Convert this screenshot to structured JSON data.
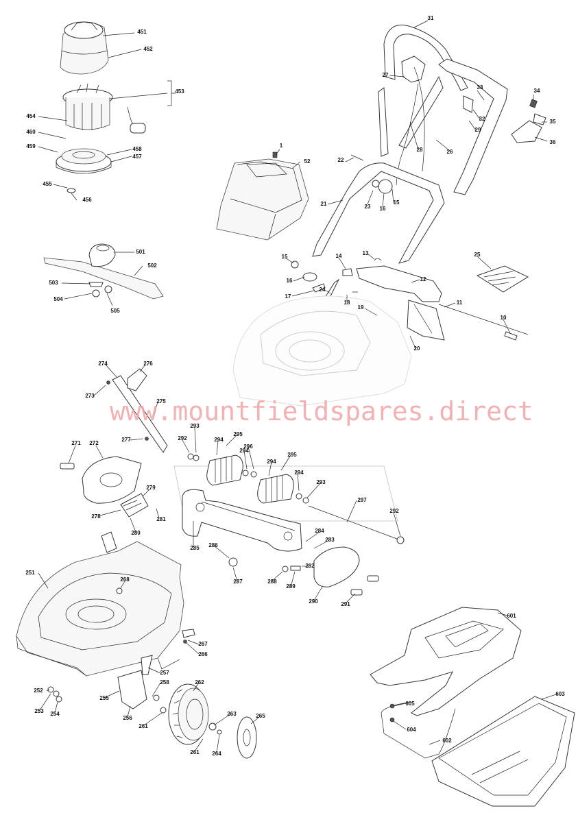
{
  "watermark": "www.mountfieldspares.direct",
  "part_numbers": {
    "p451": "451",
    "p452": "452",
    "p453": "453",
    "p454": "454",
    "p460": "460",
    "p459": "459",
    "p458": "458",
    "p457": "457",
    "p455": "455",
    "p456": "456",
    "p501": "501",
    "p502": "502",
    "p503": "503",
    "p504": "504",
    "p505": "505",
    "p1": "1",
    "p52": "52",
    "p31": "31",
    "p27": "27",
    "p33": "33",
    "p34": "34",
    "p35": "35",
    "p36": "36",
    "p32": "32",
    "p29": "29",
    "p28": "28",
    "p26": "26",
    "p22": "22",
    "p23": "23",
    "p16a": "16",
    "p15a": "15",
    "p21": "21",
    "p13": "13",
    "p14": "14",
    "p15b": "15",
    "p16b": "16",
    "p17": "17",
    "p12": "12",
    "p25": "25",
    "p18": "18",
    "p24": "24",
    "p19": "19",
    "p11": "11",
    "p10": "10",
    "p20": "20",
    "p274": "274",
    "p276": "276",
    "p273": "273",
    "p275": "275",
    "p277": "277",
    "p271": "271",
    "p272": "272",
    "p279": "279",
    "p278": "278",
    "p281": "281",
    "p280": "280",
    "p292a": "292",
    "p293a": "293",
    "p294a": "294",
    "p295a": "295",
    "p296": "296",
    "p294b": "294",
    "p295b": "295",
    "p294c": "294",
    "p293b": "293",
    "p297": "297",
    "p292b": "292",
    "p285": "285",
    "p284": "284",
    "p283": "283",
    "p286": "286",
    "p282": "282",
    "p287": "287",
    "p288": "288",
    "p289": "289",
    "p290": "290",
    "p291": "291",
    "p251": "251",
    "p268": "268",
    "p267": "267",
    "p266": "266",
    "p257": "257",
    "p258": "258",
    "p262": "262",
    "p252": "252",
    "p255": "255",
    "p253": "253",
    "p254": "254",
    "p256": "256",
    "p261a": "261",
    "p263": "263",
    "p265": "265",
    "p261b": "261",
    "p264": "264",
    "p601": "601",
    "p603": "603",
    "p605": "605",
    "p604": "604",
    "p602": "602"
  }
}
